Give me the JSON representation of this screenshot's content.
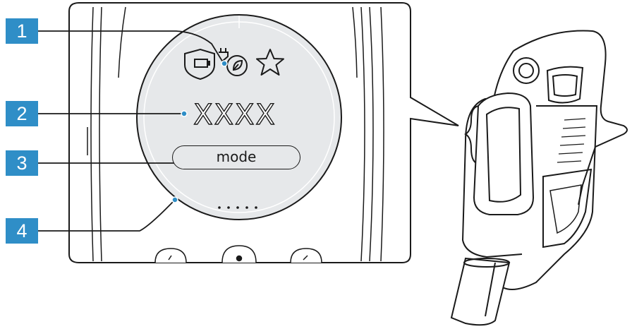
{
  "callouts": [
    {
      "label": "1"
    },
    {
      "label": "2"
    },
    {
      "label": "3"
    },
    {
      "label": "4"
    }
  ],
  "display": {
    "main_text": "XXXX",
    "mode_label": "mode",
    "level_dots": 5
  },
  "icons": [
    "battery-shield-icon",
    "eco-charging-icon",
    "star-icon"
  ],
  "colors": {
    "callout_fill": "#2f8ec7",
    "display_fill": "#e6e8ea",
    "outline": "#1a1a1a"
  }
}
